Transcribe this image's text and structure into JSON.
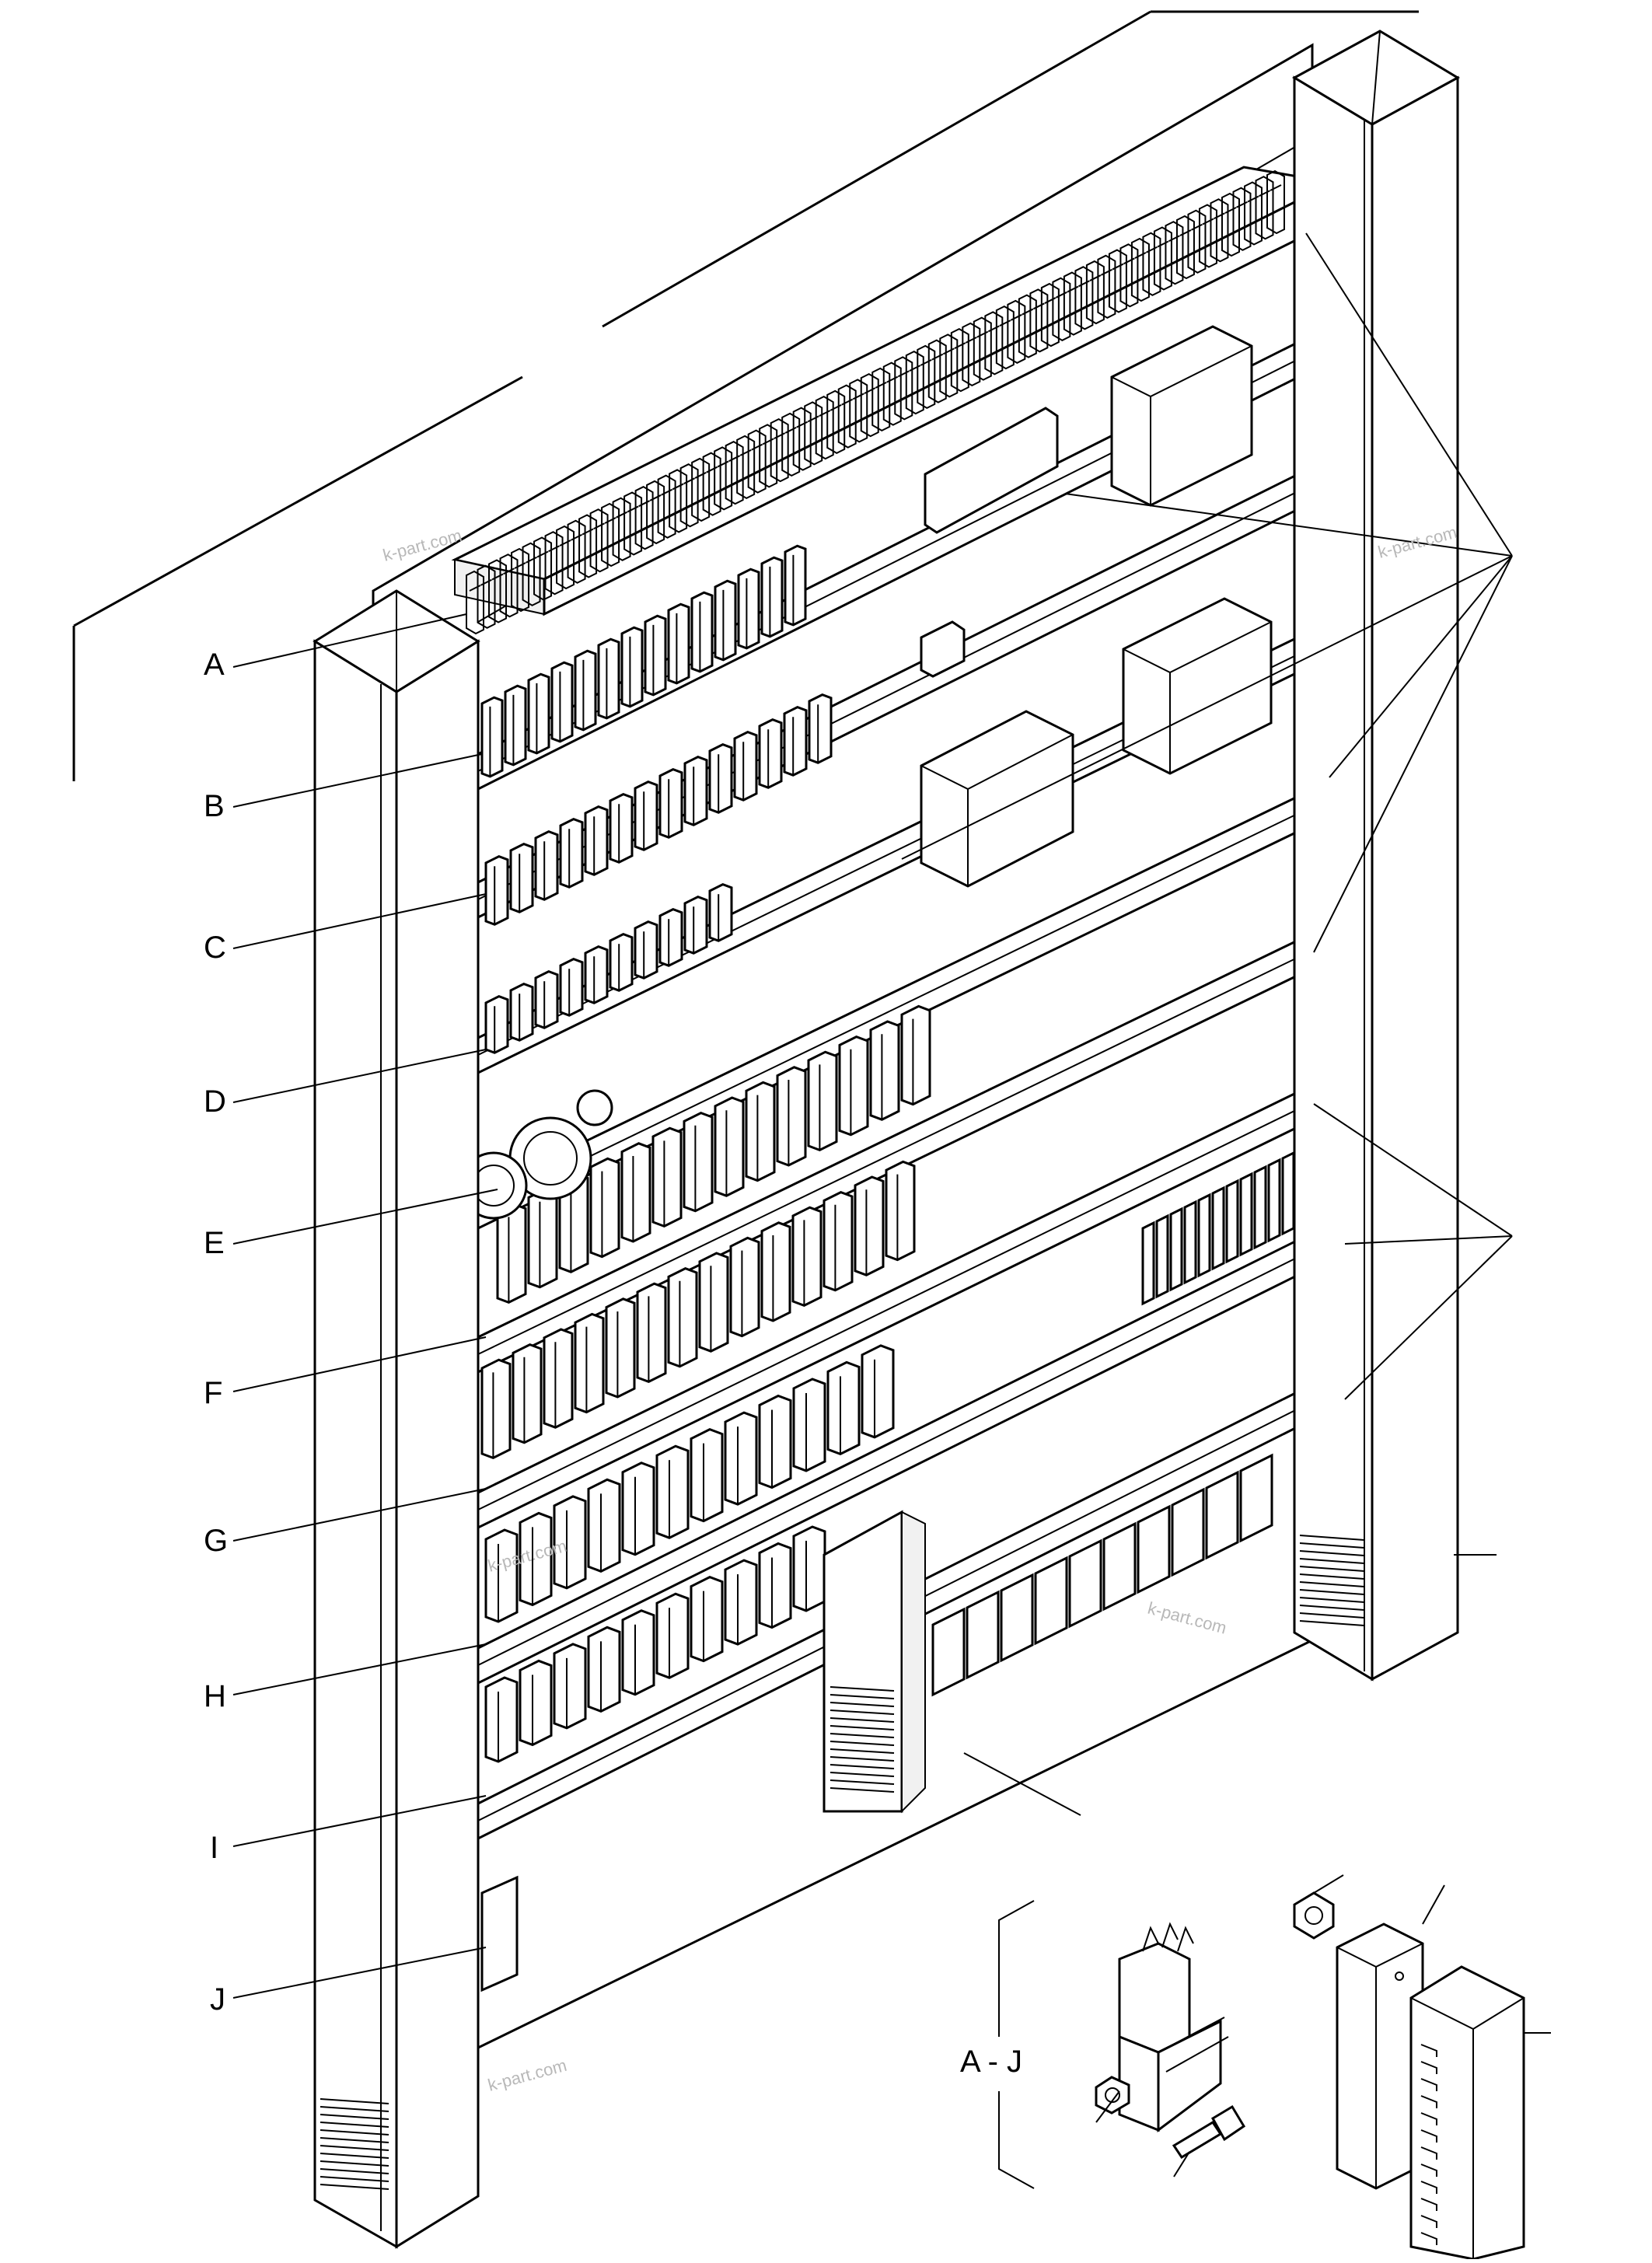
{
  "labels": {
    "A": "A",
    "B": "B",
    "C": "C",
    "D": "D",
    "E": "E",
    "F": "F",
    "G": "G",
    "H": "H",
    "I": "I",
    "J": "J",
    "range": "A - J"
  },
  "watermark": "k-part.com"
}
